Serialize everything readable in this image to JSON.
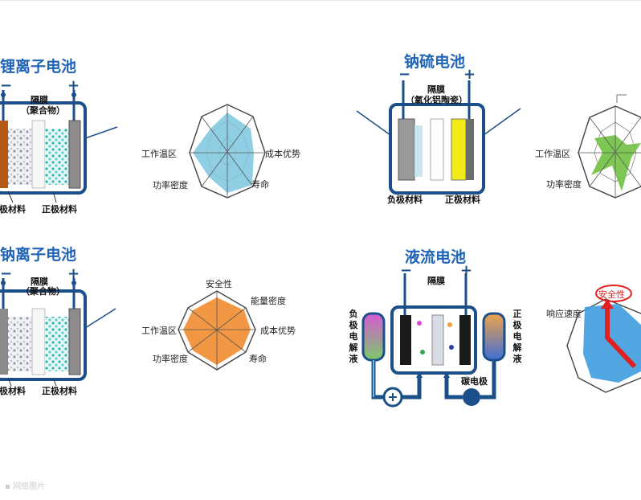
{
  "panels": {
    "li": {
      "title": "锂离子电池",
      "separator": "隔膜",
      "separator_sub": "（聚合物）",
      "negative": "负极材料",
      "positive": "正极材料",
      "radar": [
        "工作温区",
        "功率密度",
        "成本优势",
        "寿命"
      ]
    },
    "nas": {
      "title": "钠硫电池",
      "separator": "隔膜",
      "separator_sub": "（氧化铝陶瓷）",
      "negative": "负极材料",
      "positive": "正极材料",
      "radar": [
        "工作温区",
        "功率密度"
      ]
    },
    "na": {
      "title": "钠离子电池",
      "separator": "隔膜",
      "separator_sub": "（聚合物）",
      "negative": "负极材料",
      "positive": "正极材料",
      "radar": [
        "安全性",
        "能量密度",
        "工作温区",
        "成本优势",
        "功率密度",
        "寿命"
      ]
    },
    "flow": {
      "title": "液流电池",
      "separator": "隔膜",
      "neg_electrolyte": "负极电解液",
      "pos_electrolyte": "正极电解液",
      "carbon": "碳电极",
      "radar": [
        "安全性",
        "响应速度"
      ]
    }
  },
  "colors": {
    "title": "#1f63b6",
    "li_fill": "#7cc7de",
    "nas_fill": "#71c142",
    "na_fill": "#f1913a",
    "outline": "#1b4f8a"
  },
  "footer": "▪ 网络图片"
}
